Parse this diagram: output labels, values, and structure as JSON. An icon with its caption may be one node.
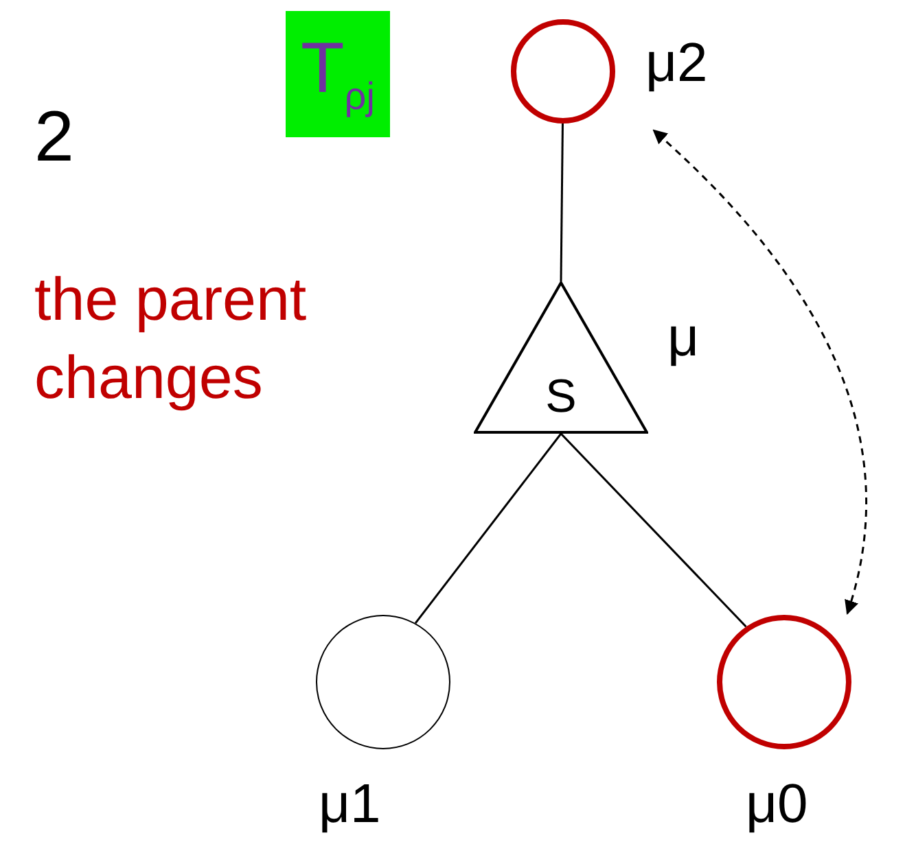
{
  "diagram": {
    "nodes": [
      {
        "text": [
          "T$_{ρj}$"
        ]
      },
      {
        "text": [],
        "shape": "circle",
        "beside": [
          "μ2"
        ]
      },
      {
        "text": [
          "S"
        ],
        "beside": [
          "μ"
        ]
      },
      {
        "text": [],
        "shape": "circle",
        "beside": [
          "μ1"
        ]
      },
      {
        "text": [],
        "shape": "circle",
        "beside": [
          "μ0"
        ]
      }
    ],
    "edges": [
      {
        "from": 1,
        "to": 2,
        "arrow": "none"
      },
      {
        "from": 2,
        "to": 3,
        "arrow": "none"
      },
      {
        "from": 2,
        "to": 4,
        "arrow": "none"
      },
      {
        "from": 4,
        "to": 1,
        "arrow": "both",
        "style": "dashed"
      }
    ],
    "labels": [
      "2",
      "the parent changes"
    ]
  }
}
